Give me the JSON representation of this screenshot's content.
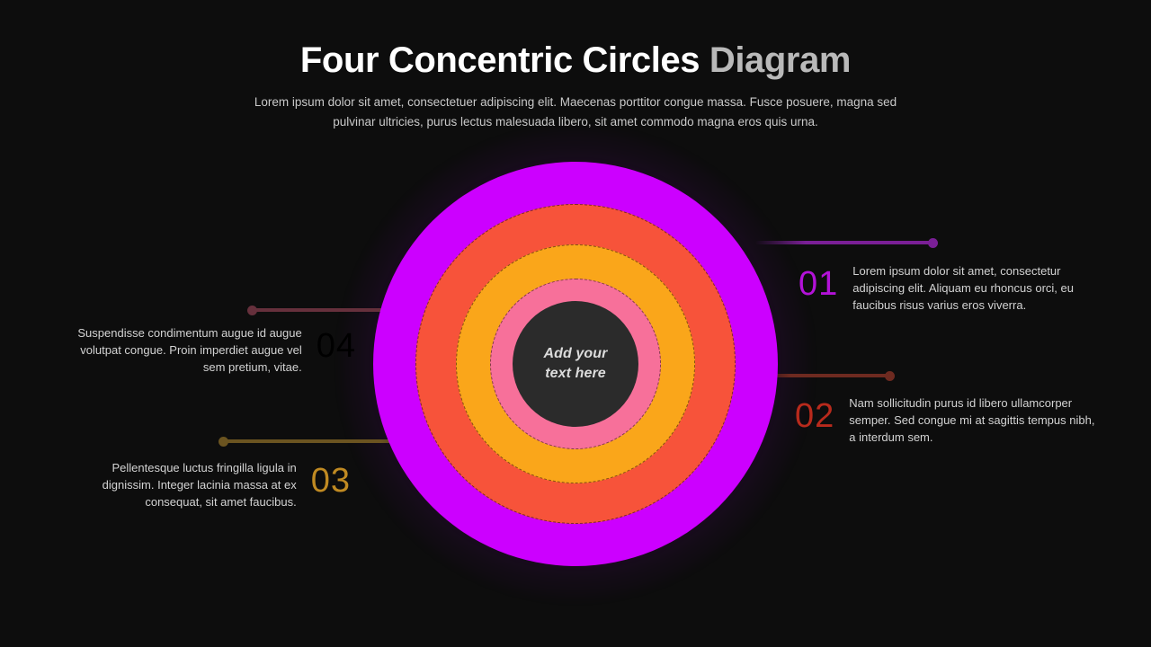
{
  "background_color": "#0d0d0d",
  "header": {
    "title_main": "Four Concentric Circles ",
    "title_accent": "Diagram",
    "title_main_color": "#ffffff",
    "title_accent_color": "#b9b9b9",
    "subtitle": "Lorem ipsum dolor sit amet, consectetuer adipiscing elit. Maecenas porttitor congue massa. Fusce posuere, magna sed pulvinar ultricies, purus lectus malesuada libero, sit amet commodo magna eros quis urna."
  },
  "diagram": {
    "center_label": "Add your\ntext here",
    "center_label_line1": "Add your",
    "center_label_line2": "text here",
    "center_color": "#2b2b2b",
    "rings": [
      {
        "name": "ring-outer-magenta",
        "color": "#cc00ff",
        "radius": 225
      },
      {
        "name": "ring-orange-red",
        "color": "#f7533a",
        "radius": 178
      },
      {
        "name": "ring-amber",
        "color": "#faa61a",
        "radius": 133
      },
      {
        "name": "ring-pink",
        "color": "#f7709a",
        "radius": 95
      },
      {
        "name": "center-disc",
        "color": "#2b2b2b",
        "radius": 70
      }
    ]
  },
  "callouts": [
    {
      "number": "01",
      "number_color": "#b312d8",
      "text": "Lorem ipsum dolor sit amet, consectetur adipiscing elit. Aliquam eu rhoncus orci, eu faucibus risus varius eros viverra.",
      "connector_color": "#7a1f96",
      "side": "right"
    },
    {
      "number": "02",
      "number_color": "#b82a1c",
      "text": "Nam sollicitudin purus id libero ullamcorper semper. Sed congue mi at sagittis tempus nibh, a interdum sem.",
      "connector_color": "#6e2a20",
      "side": "right"
    },
    {
      "number": "03",
      "number_color": "#c08a22",
      "text": "Pellentesque luctus fringilla ligula in dignissim. Integer lacinia massa at ex consequat, sit amet faucibus.",
      "connector_color": "#6b5420",
      "side": "left"
    },
    {
      "number": "04",
      "number_color": "#d1days",
      "text": "Suspendisse condimentum augue id augue volutpat congue. Proin imperdiet augue vel sem pretium, vitae.",
      "connector_color": "#66303c",
      "side": "left"
    }
  ]
}
